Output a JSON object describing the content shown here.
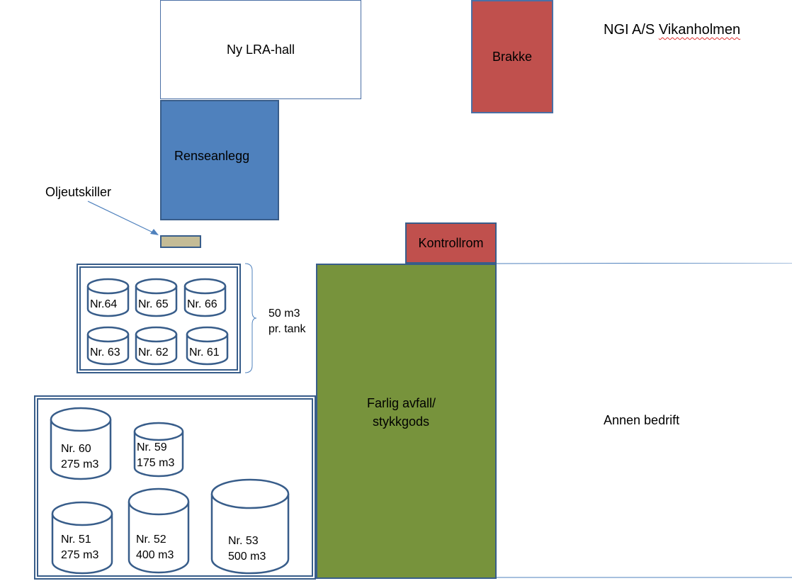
{
  "title": {
    "prefix": "NGI A/S ",
    "name": "Vikanholmen"
  },
  "buildings": {
    "lra_hall": "Ny LRA-hall",
    "brakke": "Brakke",
    "renseanlegg": "Renseanlegg",
    "oljeutskiller": "Oljeutskiller",
    "kontrollrom": "Kontrollrom",
    "farlig_line1": "Farlig avfall/",
    "farlig_line2": "stykkgods",
    "annen_bedrift": "Annen bedrift"
  },
  "small_tanks": {
    "capacity_line1": "50 m3",
    "capacity_line2": "pr. tank",
    "tanks": [
      "Nr.64",
      "Nr. 65",
      "Nr. 66",
      "Nr. 63",
      "Nr. 62",
      "Nr. 61"
    ]
  },
  "large_tanks": [
    {
      "label": "Nr. 60",
      "volume": "275 m3"
    },
    {
      "label": "Nr. 59",
      "volume": "175 m3"
    },
    {
      "label": "Nr. 51",
      "volume": "275 m3"
    },
    {
      "label": "Nr. 52",
      "volume": "400 m3"
    },
    {
      "label": "Nr. 53",
      "volume": "500 m3"
    }
  ],
  "colors": {
    "outline_blue": "#385d8a",
    "renseanlegg_blue": "#4f81bd",
    "brick_red": "#c0504d",
    "farlig_green": "#77933c",
    "oil_separator_tan": "#c4bc96"
  }
}
